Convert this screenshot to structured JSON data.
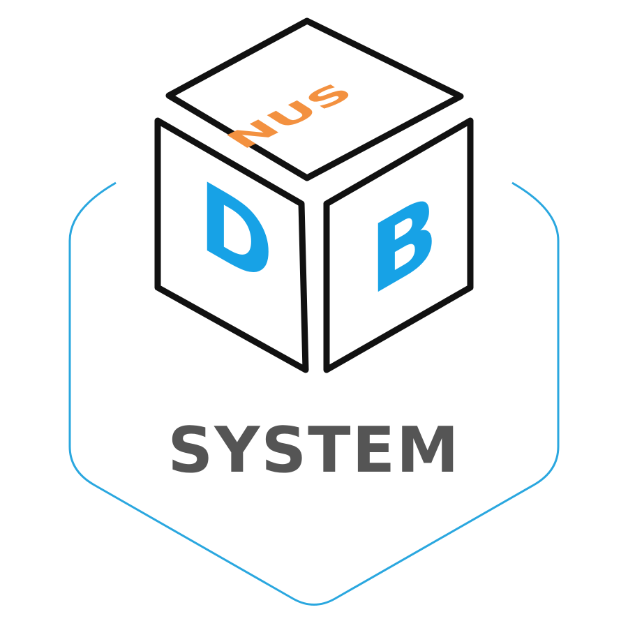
{
  "logo": {
    "top_text": "NUS",
    "left_letter": "D",
    "right_letter": "B",
    "bottom_text": "SYSTEM"
  },
  "colors": {
    "orange": "#f39140",
    "blue": "#17a2e6",
    "hex_outline": "#2aa7df",
    "text_gray": "#555555",
    "outline": "#111111"
  }
}
